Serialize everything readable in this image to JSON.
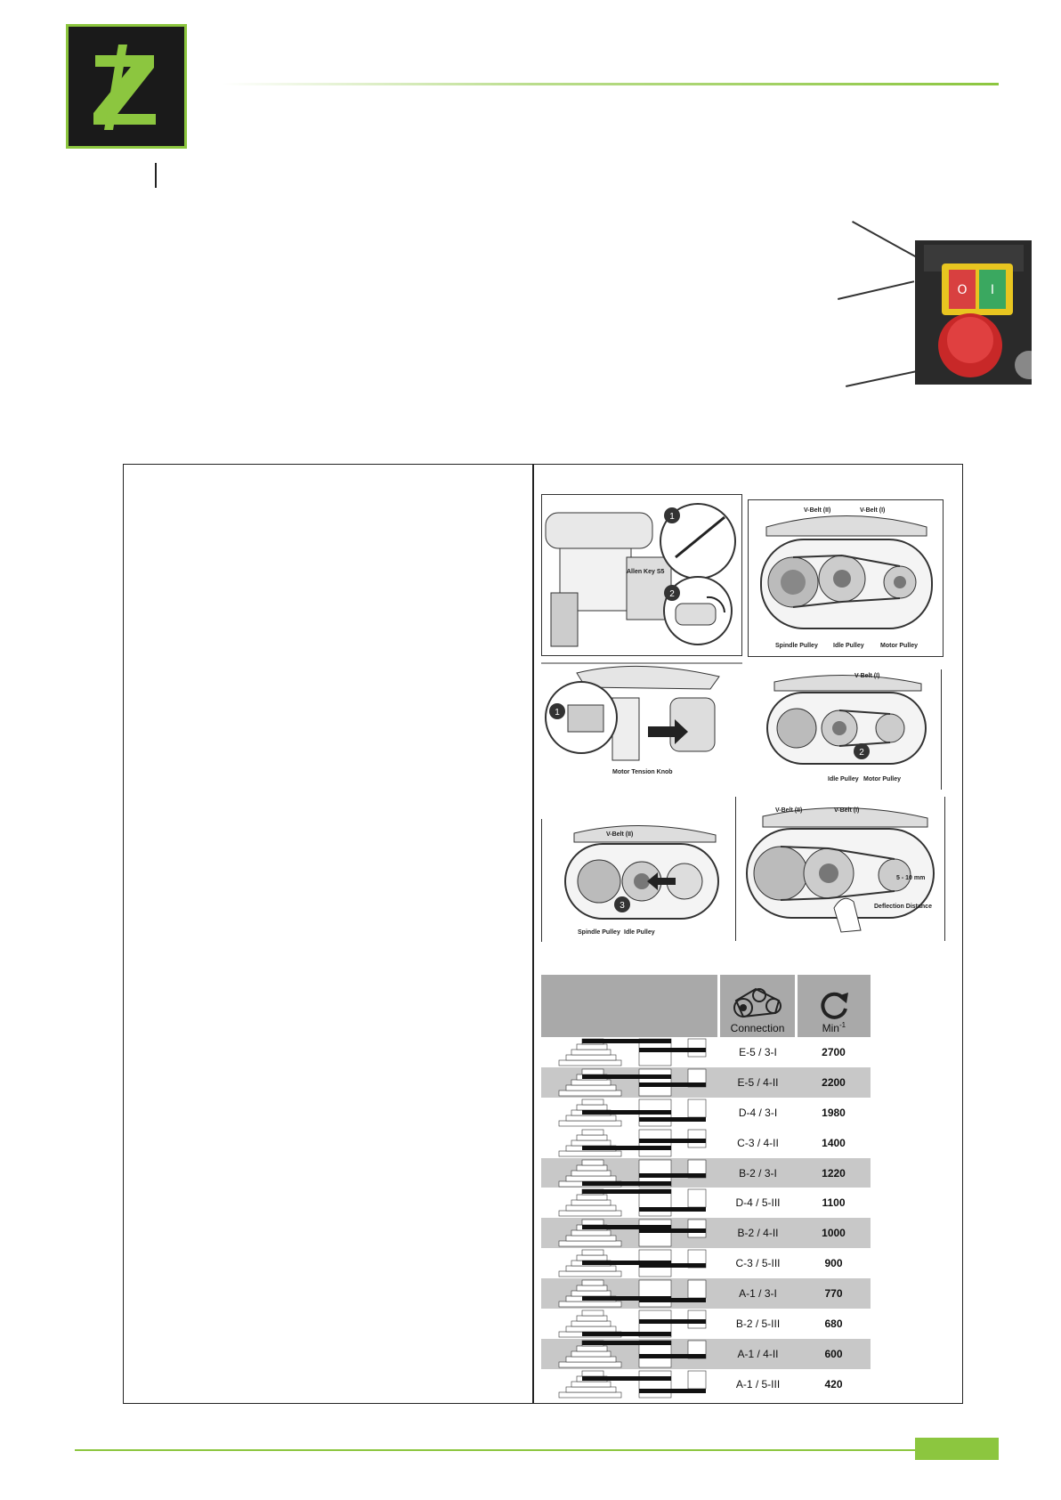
{
  "colors": {
    "brand_green": "#8cc63f",
    "logo_bg": "#1a1a1a",
    "table_header": "#a9a9a9",
    "table_shade": "#c8c8c8"
  },
  "logo": {
    "icon": "z-logo-icon"
  },
  "switch": {
    "icon": "on-off-switch-photo",
    "stop_symbol": "O",
    "start_symbol": "I"
  },
  "figures": {
    "fig1": {
      "label": "Allen Key S5",
      "step1": "1",
      "step2": "2"
    },
    "fig2": {
      "vbelt2": "V-Belt (II)",
      "vbelt1": "V-Belt (I)",
      "spindle": "Spindle Pulley",
      "idle": "Idle Pulley",
      "motor": "Motor Pulley"
    },
    "fig3": {
      "knob": "Motor Tension Knob",
      "step": "1"
    },
    "fig4": {
      "vbelt1": "V-Belt (I)",
      "idle": "Idle Pulley",
      "motor": "Motor Pulley",
      "step": "2"
    },
    "fig5": {
      "vbelt2": "V-Belt (II)",
      "spindle": "Spindle Pulley",
      "idle": "Idle Pulley",
      "step": "3"
    },
    "fig6": {
      "vbelt2": "V-Belt (II)",
      "vbelt1": "V-Belt (I)",
      "distance": "5 - 10 mm",
      "deflection": "Deflection Distance"
    }
  },
  "speed_table": {
    "col_connection": "Connection",
    "col_min": "Min",
    "col_min_sup": "-1",
    "rows": [
      {
        "connection": "E-5 / 3-I",
        "min": "2700",
        "shaded": false
      },
      {
        "connection": "E-5 / 4-II",
        "min": "2200",
        "shaded": true
      },
      {
        "connection": "D-4 / 3-I",
        "min": "1980",
        "shaded": false
      },
      {
        "connection": "C-3 / 4-II",
        "min": "1400",
        "shaded": false
      },
      {
        "connection": "B-2 / 3-I",
        "min": "1220",
        "shaded": true
      },
      {
        "connection": "D-4 / 5-III",
        "min": "1100",
        "shaded": false
      },
      {
        "connection": "B-2 / 4-II",
        "min": "1000",
        "shaded": true
      },
      {
        "connection": "C-3 / 5-III",
        "min": "900",
        "shaded": false
      },
      {
        "connection": "A-1 / 3-I",
        "min": "770",
        "shaded": true
      },
      {
        "connection": "B-2 / 5-III",
        "min": "680",
        "shaded": false
      },
      {
        "connection": "A-1 / 4-II",
        "min": "600",
        "shaded": true
      },
      {
        "connection": "A-1 / 5-III",
        "min": "420",
        "shaded": false
      }
    ]
  }
}
